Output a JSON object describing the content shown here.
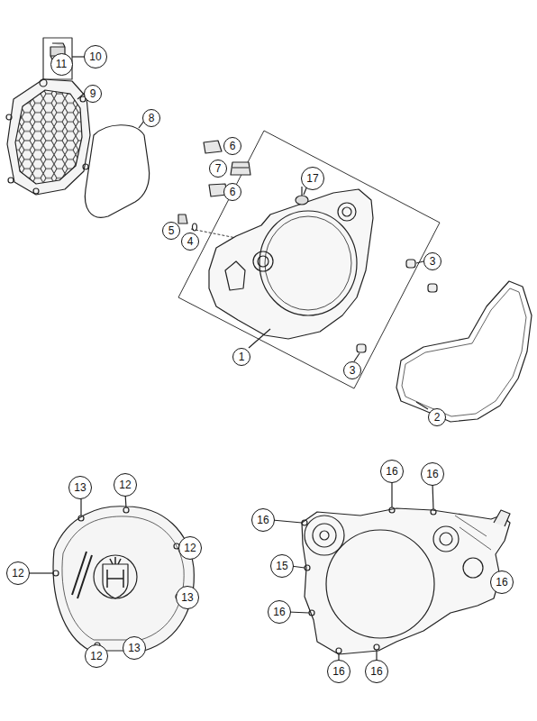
{
  "diagram": {
    "labels": [
      "10",
      "11",
      "9",
      "8",
      "6",
      "7",
      "17",
      "6",
      "5",
      "4",
      "3",
      "1",
      "3",
      "2",
      "16",
      "16",
      "12",
      "13",
      "16",
      "12",
      "15",
      "16",
      "13",
      "16",
      "13",
      "12",
      "16",
      "16",
      "12"
    ]
  }
}
